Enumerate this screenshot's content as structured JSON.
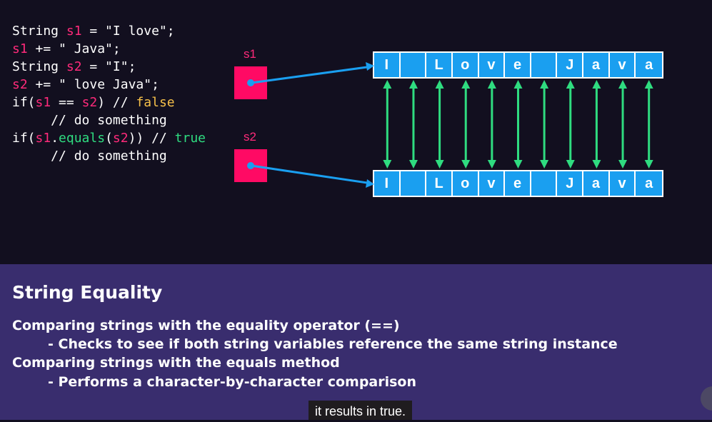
{
  "code": {
    "lines": [
      [
        {
          "t": "String "
        },
        {
          "t": "s1",
          "c": "tok-var"
        },
        {
          "t": " = \"I love\";"
        }
      ],
      [
        {
          "t": "s1",
          "c": "tok-var"
        },
        {
          "t": " += \" Java\";"
        }
      ],
      [
        {
          "t": "String "
        },
        {
          "t": "s2",
          "c": "tok-var"
        },
        {
          "t": " = \"I\";"
        }
      ],
      [
        {
          "t": "s2",
          "c": "tok-var"
        },
        {
          "t": " += \" love Java\";"
        }
      ],
      [
        {
          "t": "if("
        },
        {
          "t": "s1",
          "c": "tok-var"
        },
        {
          "t": " == "
        },
        {
          "t": "s2",
          "c": "tok-var"
        },
        {
          "t": ") // "
        },
        {
          "t": "false",
          "c": "tok-false"
        }
      ],
      [
        {
          "t": "     // do something"
        }
      ],
      [
        {
          "t": "if("
        },
        {
          "t": "s1",
          "c": "tok-var"
        },
        {
          "t": "."
        },
        {
          "t": "equals",
          "c": "tok-method"
        },
        {
          "t": "("
        },
        {
          "t": "s2",
          "c": "tok-var"
        },
        {
          "t": ")) // "
        },
        {
          "t": "true",
          "c": "tok-true"
        }
      ],
      [
        {
          "t": "     // do something"
        }
      ]
    ]
  },
  "diagram": {
    "s1_label": "s1",
    "s2_label": "s2",
    "s1_chars": [
      "I",
      "",
      "L",
      "o",
      "v",
      "e",
      "",
      "J",
      "a",
      "v",
      "a"
    ],
    "s2_chars": [
      "I",
      "",
      "L",
      "o",
      "v",
      "e",
      "",
      "J",
      "a",
      "v",
      "a"
    ]
  },
  "info": {
    "title": "String Equality",
    "line1": "Comparing strings with the equality operator (==)",
    "line2": "- Checks to see if both string variables reference the same string instance",
    "line3": "Comparing strings with the equals method",
    "line4": "- Performs a character-by-character comparison"
  },
  "caption": "it results in true.",
  "colors": {
    "background": "#120f1f",
    "panel": "#392d6e",
    "variable": "#ff2a7a",
    "box": "#ff0a64",
    "cell": "#1a9ff0",
    "compare_arrow": "#2fdc80",
    "false_token": "#f6c04a"
  }
}
